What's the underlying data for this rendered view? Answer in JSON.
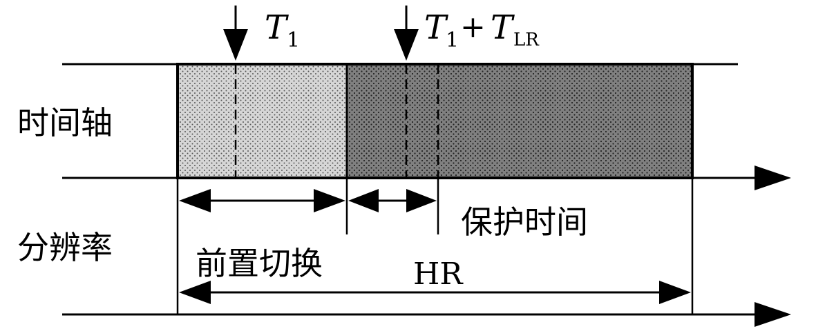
{
  "labels": {
    "time_axis": "时间轴",
    "resolution": "分辨率",
    "pre_switch": "前置切换",
    "guard_time": "保护时间",
    "hr": "HR"
  },
  "markers": {
    "t1": {
      "symbol": "T",
      "subscript": "1"
    },
    "t1_plus_tlr": {
      "symbol1": "T",
      "sub1": "1",
      "plus": "+",
      "symbol2": "T",
      "sub2": "LR"
    }
  },
  "colors": {
    "light_region": "#d3d3d3",
    "dark_region": "#7c7c7c",
    "line": "#000000"
  }
}
